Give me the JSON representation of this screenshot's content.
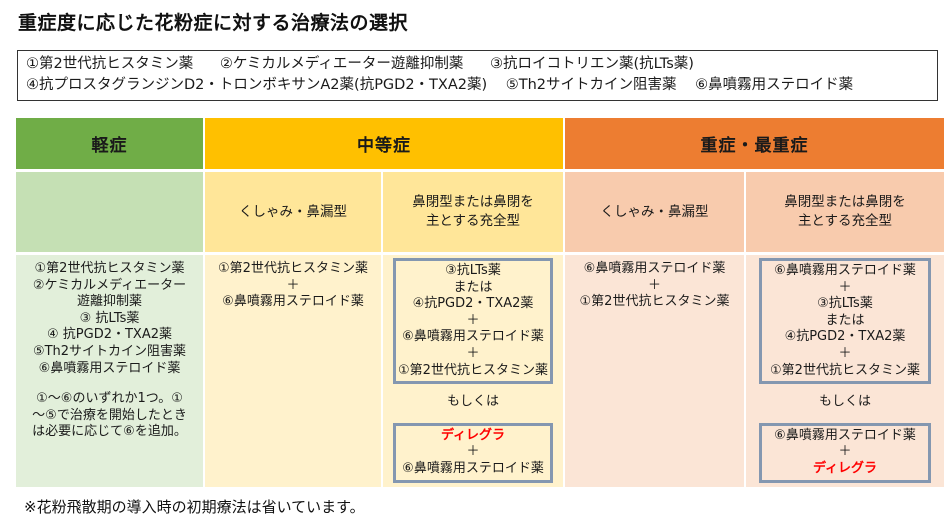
{
  "title": "重症度に応じた花粉症に対する治療法の選択",
  "legend": {
    "row1": [
      "①第2世代抗ヒスタミン薬",
      "②ケミカルメディエーター遊離抑制薬",
      "③抗ロイコトリエン薬(抗LTs薬)"
    ],
    "row2": [
      "④抗プロスタグランジンD2・トロンボキサンA2薬(抗PGD2・TXA2薬)",
      "⑤Th2サイトカイン阻害薬",
      "⑥鼻噴霧用ステロイド薬"
    ]
  },
  "colors": {
    "mild_header": "#70ad47",
    "moderate_header": "#ffc000",
    "severe_header": "#ed7d31",
    "mild_sub": "#c5e0b4",
    "moderate_sub": "#ffe699",
    "severe_sub": "#f8cbad",
    "mild_body": "#e2efda",
    "moderate_body": "#fff2cc",
    "severe_body": "#fbe5d6",
    "box_border": "#8497b0",
    "highlight": "#ff0000"
  },
  "table": {
    "headers": {
      "mild": "軽症",
      "moderate": "中等症",
      "severe": "重症・最重症"
    },
    "subheaders": {
      "mild": "",
      "moderate_sneeze": "くしゃみ・鼻漏型",
      "moderate_block_l1": "鼻閉型または鼻閉を",
      "moderate_block_l2": "主とする充全型",
      "severe_sneeze": "くしゃみ・鼻漏型",
      "severe_block_l1": "鼻閉型または鼻閉を",
      "severe_block_l2": "主とする充全型"
    },
    "mild": {
      "lines": [
        "①第2世代抗ヒスタミン薬",
        "②ケミカルメディエーター",
        "遊離抑制薬",
        "③ 抗LTs薬",
        "④ 抗PGD2・TXA2薬",
        "⑤Th2サイトカイン阻害薬",
        "⑥鼻噴霧用ステロイド薬"
      ],
      "note": [
        "①～⑥のいずれか1つ。①",
        "～⑤で治療を開始したとき",
        "は必要に応じて⑥を追加。"
      ]
    },
    "moderate_sneeze": [
      "①第2世代抗ヒスタミン薬",
      "＋",
      "⑥鼻噴霧用ステロイド薬"
    ],
    "moderate_block": {
      "box1": [
        "③抗LTs薬",
        "または",
        "④抗PGD2・TXA2薬",
        "＋",
        "⑥鼻噴霧用ステロイド薬",
        "＋",
        "①第2世代抗ヒスタミン薬"
      ],
      "or": "もしくは",
      "box2": [
        "ディレグラ",
        "＋",
        "⑥鼻噴霧用ステロイド薬"
      ]
    },
    "severe_sneeze": [
      "⑥鼻噴霧用ステロイド薬",
      "＋",
      "①第2世代抗ヒスタミン薬"
    ],
    "severe_block": {
      "box1": [
        "⑥鼻噴霧用ステロイド薬",
        "＋",
        "③抗LTs薬",
        "または",
        "④抗PGD2・TXA2薬",
        "＋",
        "①第2世代抗ヒスタミン薬"
      ],
      "or": "もしくは",
      "box2": [
        "⑥鼻噴霧用ステロイド薬",
        "＋",
        "ディレグラ"
      ]
    }
  },
  "footer": "※花粉飛散期の導入時の初期療法は省いています。"
}
